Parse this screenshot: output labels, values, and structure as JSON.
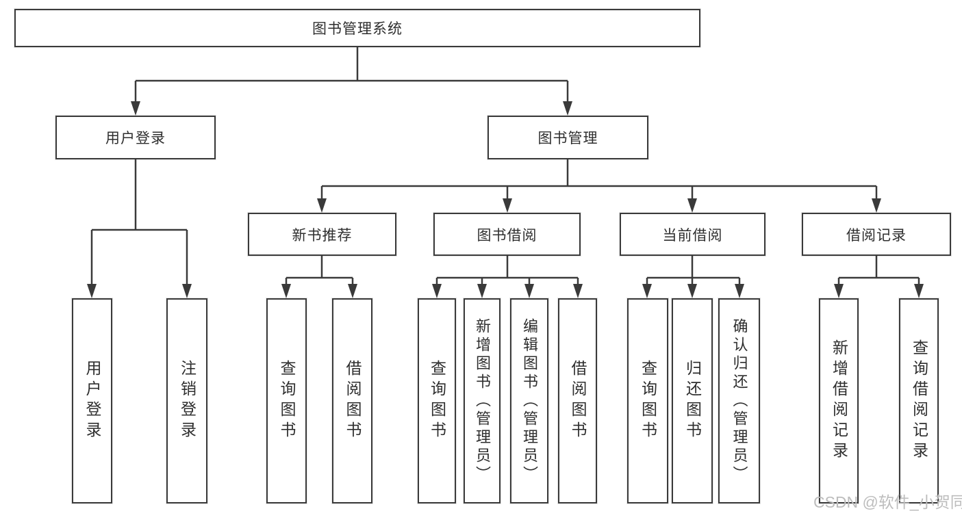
{
  "diagram": {
    "title": "图书管理系统",
    "root": {
      "label": "图书管理系统"
    },
    "level2": {
      "login": {
        "label": "用户登录"
      },
      "manage": {
        "label": "图书管理"
      }
    },
    "level3": {
      "recommend": {
        "label": "新书推荐"
      },
      "borrow": {
        "label": "图书借阅"
      },
      "current": {
        "label": "当前借阅"
      },
      "records": {
        "label": "借阅记录"
      }
    },
    "leaves": {
      "user_login": {
        "label": "用户登录"
      },
      "logout": {
        "label": "注销登录"
      },
      "rec_query": {
        "label": "查询图书"
      },
      "rec_borrow": {
        "label": "借阅图书"
      },
      "bor_query": {
        "label": "查询图书"
      },
      "bor_add": {
        "label": "新增图书（管理员）"
      },
      "bor_edit": {
        "label": "编辑图书（管理员）"
      },
      "bor_borrow": {
        "label": "借阅图书"
      },
      "cur_query": {
        "label": "查询图书"
      },
      "cur_return": {
        "label": "归还图书"
      },
      "cur_confirm": {
        "label": "确认归还（管理员）"
      },
      "log_add": {
        "label": "新增借阅记录"
      },
      "log_query": {
        "label": "查询借阅记录"
      }
    }
  },
  "watermark": {
    "text": "CSDN @软件_小贺同学"
  },
  "colors": {
    "line": "#3a3a3a",
    "box_border": "#3a3a3a",
    "text": "#2e2e2e",
    "watermark": "#bdbdbd",
    "background": "#ffffff"
  }
}
